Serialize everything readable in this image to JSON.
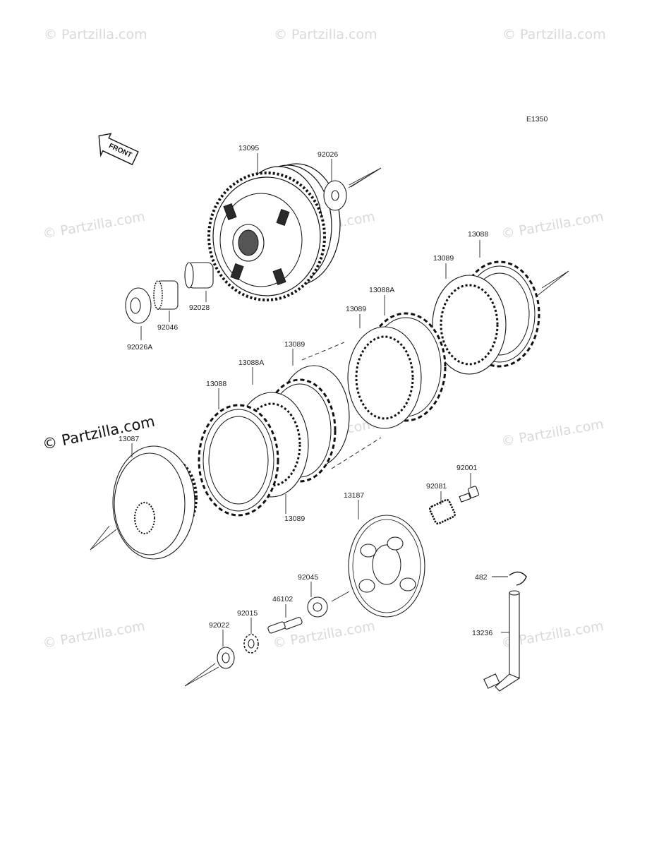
{
  "diagram_code": "E1350",
  "front_label": "FRONT",
  "watermark": "© Partzilla.com",
  "main_watermark": "© Partzilla.com",
  "parts": {
    "p13095": "13095",
    "p92026": "92026",
    "p13088_top": "13088",
    "p13089_top": "13089",
    "p13088A_top": "13088A",
    "p13089_mid": "13089",
    "p13089_center": "13089",
    "p13088A_left": "13088A",
    "p13088_left": "13088",
    "p13089_bottom": "13089",
    "p92028": "92028",
    "p92046": "92046",
    "p92026A": "92026A",
    "p13087": "13087",
    "p13187": "13187",
    "p92001": "92001",
    "p92081": "92081",
    "p92045": "92045",
    "p46102": "46102",
    "p92015": "92015",
    "p92022": "92022",
    "p482": "482",
    "p13236": "13236"
  }
}
